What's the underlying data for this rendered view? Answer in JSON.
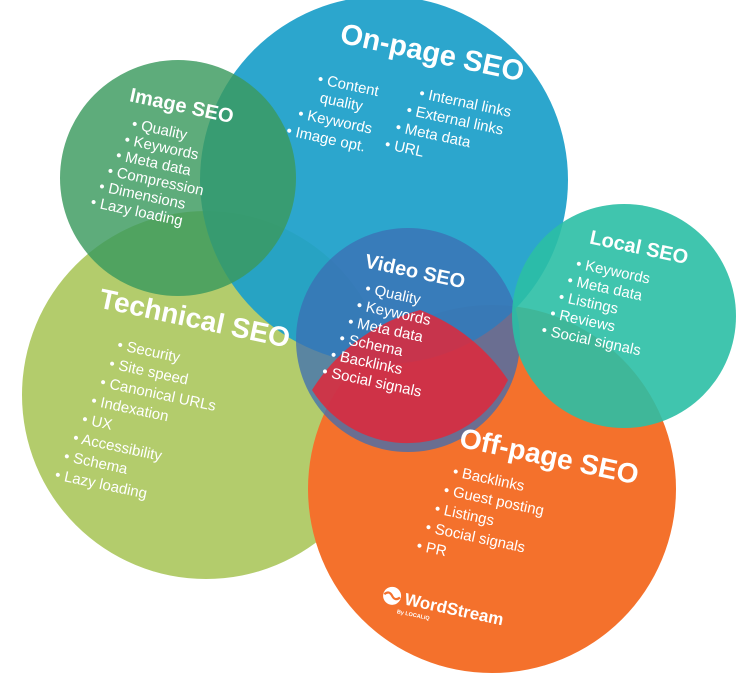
{
  "circles": {
    "onpage": {
      "title": "On-page SEO",
      "color": "#1c9fc9",
      "col1": [
        "• Content",
        "quality",
        "• Keywords",
        "• Image opt."
      ],
      "col2": [
        "• Internal links",
        "• External links",
        "• Meta data",
        "• URL"
      ]
    },
    "image": {
      "title": "Image SEO",
      "color": "#3b9a5e",
      "items": [
        "• Quality",
        "• Keywords",
        "• Meta data",
        "• Compression",
        "• Dimensions",
        "• Lazy loading"
      ]
    },
    "technical": {
      "title": "Technical SEO",
      "color": "#b3cc6c",
      "items": [
        "• Security",
        "• Site speed",
        "• Canonical URLs",
        "• Indexation",
        "• UX",
        "• Accessibility",
        "• Schema",
        "• Lazy loading"
      ]
    },
    "video": {
      "title": "Video SEO",
      "color": "#3c6db3",
      "items": [
        "• Quality",
        "• Keywords",
        "• Meta data",
        "• Schema",
        "• Backlinks",
        "• Social signals"
      ]
    },
    "local": {
      "title": "Local SEO",
      "color": "#2bbfa5",
      "items": [
        "• Keywords",
        "• Meta data",
        "• Listings",
        "• Reviews",
        "• Social signals"
      ]
    },
    "offpage": {
      "title": "Off-page SEO",
      "color": "#f4712c",
      "items": [
        "• Backlinks",
        "• Guest posting",
        "• Listings",
        "• Social signals",
        "• PR"
      ]
    }
  },
  "logo": {
    "name": "WordStream",
    "sub": "By LOCALiQ"
  }
}
